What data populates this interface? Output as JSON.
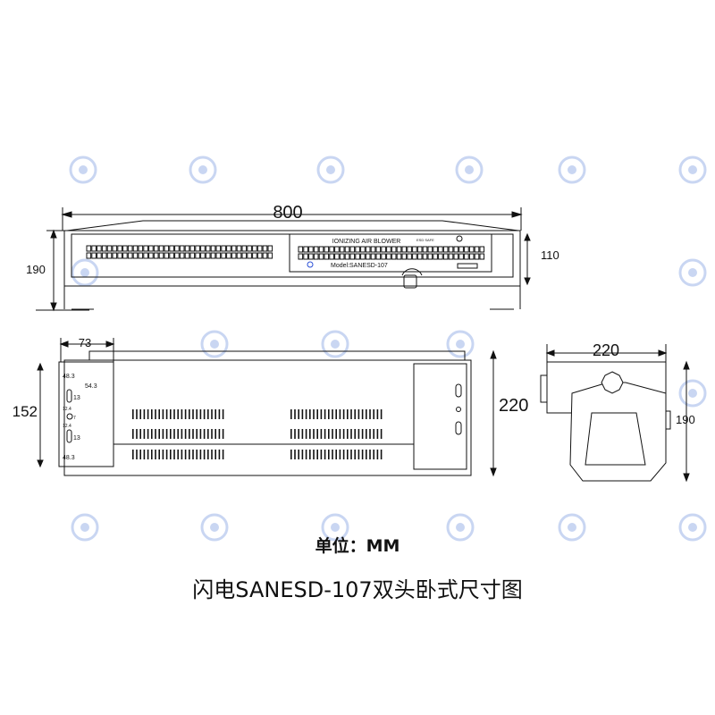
{
  "front_view": {
    "width_label": "800",
    "height_label": "190",
    "panel_height_label": "110",
    "panel_title": "IONIZING AIR BLOWER",
    "model": "Model:SANESD-107",
    "esd_label": "ESD SAFE"
  },
  "top_view": {
    "end_width_label": "73",
    "height_label": "152",
    "depth_label": "220",
    "hole_top_offset": "48.3",
    "hole_side_offset": "54.3",
    "slot1_length": "13",
    "gap1": "12.4",
    "hole_dia": "7",
    "gap2": "12.4",
    "slot2_length": "13",
    "hole_bottom_offset": "48.3"
  },
  "side_view": {
    "width_label": "220",
    "height_label": "190"
  },
  "caption": {
    "unit": "单位：MM",
    "title": "闪电SANESD-107双头卧式尺寸图"
  },
  "colors": {
    "line": "#111111",
    "watermark": "#c9d6f2",
    "logo": "#2a4fd6"
  }
}
